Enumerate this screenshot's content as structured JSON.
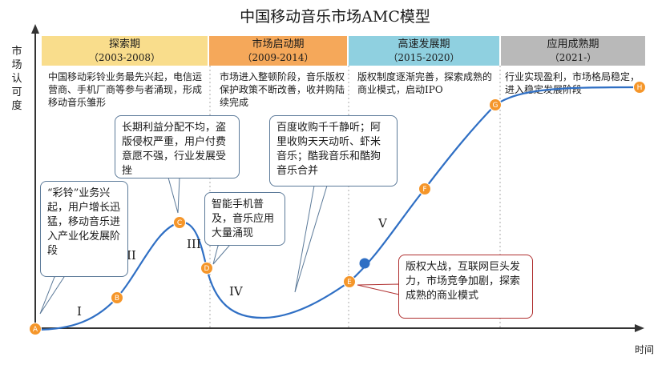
{
  "title": "中国移动音乐市场AMC模型",
  "y_axis_label": "市场认可度",
  "x_axis_label": "时间",
  "phases": [
    {
      "name": "探索期",
      "years": "（2003-2008）",
      "color": "#f9dd8c",
      "desc": "中国移动彩铃业务最先兴起，电信运营商、手机厂商等参与者涌现，形成移动音乐雏形"
    },
    {
      "name": "市场启动期",
      "years": "（2009-2014）",
      "color": "#f5a85a",
      "desc": "市场进入整顿阶段，音乐版权保护政策不断改善，收并购陆续完成"
    },
    {
      "name": "高速发展期",
      "years": "（2015-2020）",
      "color": "#8fd0e0",
      "desc": "版权制度逐渐完善，探索成熟的商业模式，启动IPO"
    },
    {
      "name": "应用成熟期",
      "years": "（2021-）",
      "color": "#b9b9b9",
      "desc": "行业实现盈利，市场格局稳定，进入稳定发展阶段"
    }
  ],
  "points": [
    "A",
    "B",
    "C",
    "D",
    "E",
    "F",
    "G",
    "H"
  ],
  "stages": [
    "I",
    "II",
    "III",
    "IV",
    "V"
  ],
  "callouts": {
    "c1": "“彩铃”业务兴起，用户增长迅猛，移动音乐进入产业化发展阶段",
    "c2": "长期利益分配不均，盗版侵权严重，用户付费意愿不强，行业发展受挫",
    "c3": "智能手机普及，音乐应用大量涌现",
    "c4": "百度收购千千静听；阿里收购天天动听、虾米音乐；酷我音乐和酷狗音乐合并",
    "c5": "版权大战，互联网巨头发力，市场竞争加剧，探索成熟的商业模式"
  },
  "colors": {
    "point": "#f5962a",
    "marker": "#2f6fc4",
    "curve": "#2f6fc4",
    "axis": "#333333"
  }
}
